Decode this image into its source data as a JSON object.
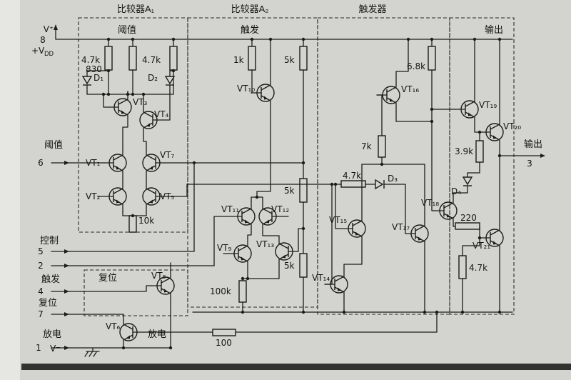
{
  "colors": {
    "background": "#d3d3cf",
    "ink": "#1c1c1c"
  },
  "sections": {
    "a1": "比较器A₁",
    "a2": "比较器A₂",
    "ff": "触发器",
    "out": "输出"
  },
  "pins": {
    "vplus": "V⁺",
    "p8": "8",
    "vdd_main": "+V",
    "vdd_sub": "DD",
    "threshold": "阈值",
    "p6": "6",
    "control": "控制",
    "p5": "5",
    "p2": "2",
    "trigger": "触发",
    "p4": "4",
    "reset": "复位",
    "p7": "7",
    "discharge": "放电",
    "p1": "1",
    "vminus": "V⁻",
    "output": "输出",
    "p3": "3"
  },
  "inner": {
    "threshold": "阈值",
    "trigger": "触发",
    "reset": "复位",
    "discharge": "放电"
  },
  "transistors": {
    "vt1": "VT₁",
    "vt2": "VT₂",
    "vt3": "VT₃",
    "vt4": "VT₄",
    "vt5": "VT₅",
    "vt6": "VT₆",
    "vt7": "VT₇",
    "vt8": "VT₈",
    "vt9": "VT₉",
    "vt10": "VT₁₀",
    "vt11": "VT₁₁",
    "vt12": "VT₁₂",
    "vt13": "VT₁₃",
    "vt14": "VT₁₄",
    "vt15": "VT₁₅",
    "vt16": "VT₁₆",
    "vt17": "VT₁₇",
    "vt18": "VT₁₈",
    "vt19": "VT₁₉",
    "vt20": "VT₂₀",
    "vt21": "VT₂₁"
  },
  "resistors": {
    "r1": "4.7k",
    "r2": "830",
    "r3": "4.7k",
    "r4": "10k",
    "r5": "1k",
    "r6": "5k",
    "r7": "5k",
    "r8": "5k",
    "r9": "100k",
    "r10": "6.8k",
    "r11": "7k",
    "r12": "4.7k",
    "r13": "3.9k",
    "r14": "220",
    "r15": "4.7k",
    "r16": "100"
  },
  "diodes": {
    "d1": "D₁",
    "d2": "D₂",
    "d3": "D₃",
    "d4": "D₄"
  }
}
